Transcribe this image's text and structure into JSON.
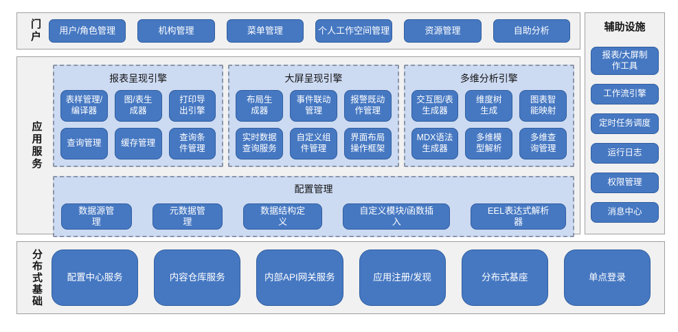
{
  "colors": {
    "button_blue": "#4678c2",
    "button_border": "#2f5d9e",
    "panel_blue": "#ccdaf2",
    "panel_dash": "#8a94a8",
    "section_gray": "#f1f1f1",
    "section_border": "#9e9e9e"
  },
  "portal": {
    "label": "门户",
    "items": [
      "用户/角色管理",
      "机构管理",
      "菜单管理",
      "个人工作空间管理",
      "资源管理",
      "自助分析"
    ]
  },
  "app_services": {
    "label": "应用服务",
    "engines": [
      {
        "title": "报表呈现引擎",
        "items": [
          "表样管理/\n编译器",
          "图/表生\n成器",
          "打印导\n出引擎",
          "查询管理",
          "缓存管理",
          "查询条\n件管理"
        ]
      },
      {
        "title": "大屏呈现引擎",
        "items": [
          "布局生\n成器",
          "事件联动\n管理",
          "报警既动\n作管理",
          "实时数据\n查询服务",
          "自定义组\n件管理",
          "界面布局\n操作框架"
        ]
      },
      {
        "title": "多维分析引擎",
        "items": [
          "交互图/表\n生成器",
          "维度树\n生成",
          "图表智\n能映射",
          "MDX语法\n生成器",
          "多维模\n型解析",
          "多维查\n询管理"
        ]
      }
    ],
    "config": {
      "title": "配置管理",
      "items": [
        "数据源管理",
        "元数据管理",
        "数据结构定义",
        "自定义模块/函数插入",
        "EEL表达式解析器"
      ]
    }
  },
  "auxiliary": {
    "title": "辅助设施",
    "items": [
      "报表/大屏制\n作工具",
      "工作流引擎",
      "定时任务调度",
      "运行日志",
      "权限管理",
      "消息中心"
    ]
  },
  "distributed": {
    "label": "分布式基础",
    "items": [
      "配置中心服务",
      "内容仓库服务",
      "内部API网关服务",
      "应用注册/发现",
      "分布式基座",
      "单点登录"
    ]
  }
}
